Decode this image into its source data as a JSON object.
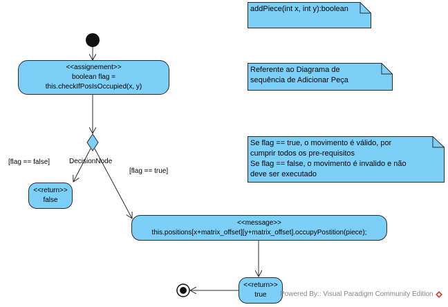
{
  "diagram": {
    "assign_node": {
      "stereotype": "<<assignement>>",
      "line1": "boolean flag =",
      "line2": "this.checkIfPosIsOccupied(x, y)"
    },
    "decision_node": {
      "label": "DecisionNode"
    },
    "guard_false": "[flag == false]",
    "guard_true": "[flag == true]",
    "return_false": {
      "stereotype": "<<return>>",
      "value": "false"
    },
    "message_node": {
      "stereotype": "<<message>>",
      "line1": "this.positions[x+matrix_offset][y+matrix_offset].occupyPostition(piece);"
    },
    "return_true": {
      "stereotype": "<<return>>",
      "value": "true"
    },
    "notes": [
      {
        "lines": [
          "addPiece(int x, int y):boolean"
        ]
      },
      {
        "lines": [
          "Referente ao Diagrama de",
          "sequência de Adicionar Peça"
        ]
      },
      {
        "lines": [
          "Se flag == true, o movimento é válido, por",
          "cumprir todos os pre-requisitos",
          "Se flag == false, o movimento é invalido e não",
          "deve ser executado"
        ]
      }
    ],
    "watermark": "Powered By:: Visual Paradigm Community Edition"
  },
  "colors": {
    "node_fill": "#7ccff7",
    "stroke": "#2b2b2b",
    "background": "#ffffff"
  }
}
